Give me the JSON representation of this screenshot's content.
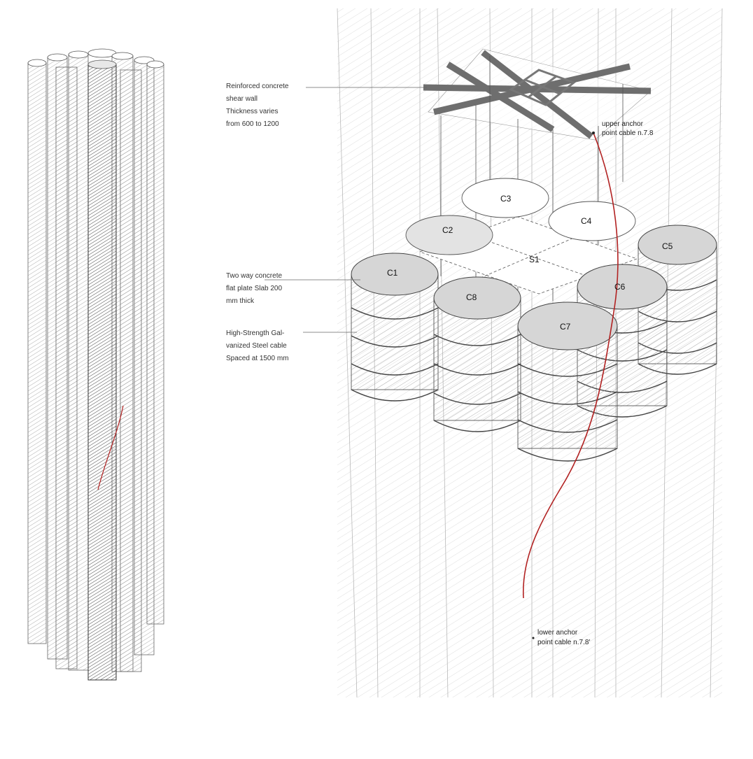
{
  "labels": {
    "shear_wall": [
      "Reinforced concrete",
      "shear wall",
      "Thickness varies",
      "from 600 to 1200"
    ],
    "slab": [
      "Two way concrete",
      "flat plate Slab 200",
      "mm thick"
    ],
    "cable": [
      "High-Strength Gal-",
      "vanized Steel cable",
      "Spaced at 1500 mm"
    ]
  },
  "anchors": {
    "upper": [
      "upper anchor",
      "point cable n.7.8"
    ],
    "lower": [
      "lower anchor",
      "point cable n.7.8'"
    ]
  },
  "columns": [
    "C1",
    "C2",
    "C3",
    "C4",
    "C5",
    "C6",
    "C7",
    "C8"
  ],
  "slab_label": "S1",
  "colors": {
    "line": "#555555",
    "hatch": "#9a9a9a",
    "top_fill": "#d6d6d6",
    "cable": "#b22222",
    "wall": "#6e6e6e"
  }
}
